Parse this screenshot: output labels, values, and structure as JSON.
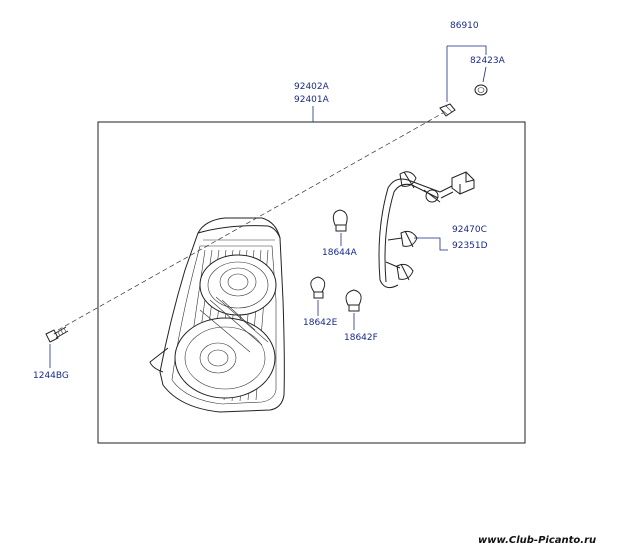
{
  "labels": {
    "p86910": "86910",
    "p82423A": "82423A",
    "p92402A": "92402A",
    "p92401A": "92401A",
    "p18644A": "18644A",
    "p92470C": "92470C",
    "p92351D": "92351D",
    "p18642E": "18642E",
    "p18642F": "18642F",
    "p1244BG": "1244BG"
  },
  "watermark": "www.Club-Picanto.ru",
  "colors": {
    "label": "#1a2a8a",
    "line": "#222222",
    "background": "#ffffff"
  }
}
